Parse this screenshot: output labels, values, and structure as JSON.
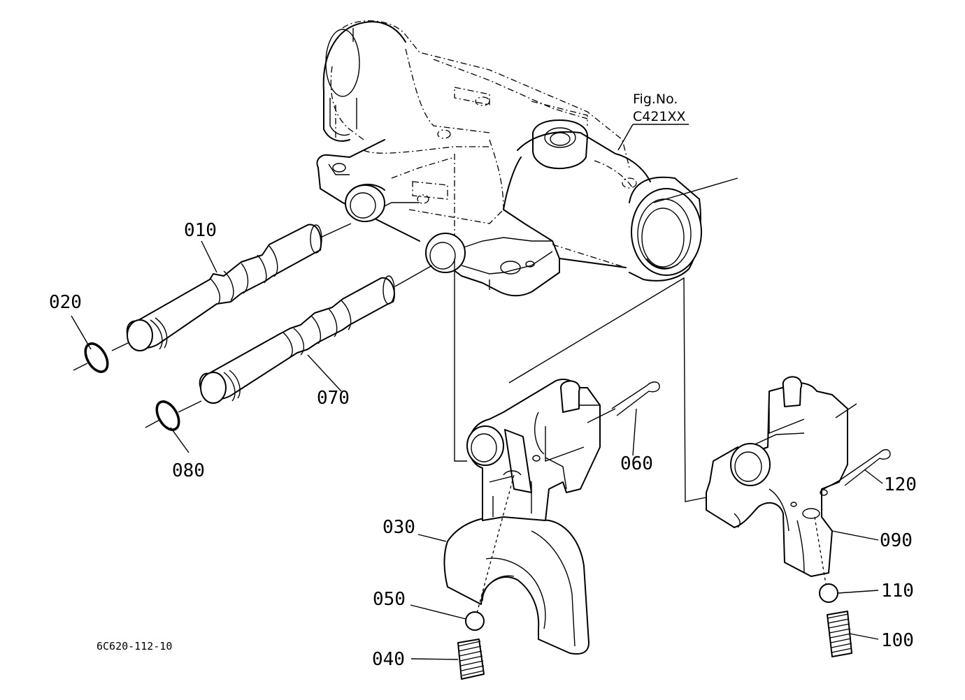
{
  "figure_ref": {
    "line1": "Fig.No.",
    "line2": "C421XX"
  },
  "drawing_code": "6C620-112-10",
  "callouts": {
    "p010": "010",
    "p020": "020",
    "p030": "030",
    "p040": "040",
    "p050": "050",
    "p060": "060",
    "p070": "070",
    "p080": "080",
    "p090": "090",
    "p100": "100",
    "p110": "110",
    "p120": "120"
  }
}
